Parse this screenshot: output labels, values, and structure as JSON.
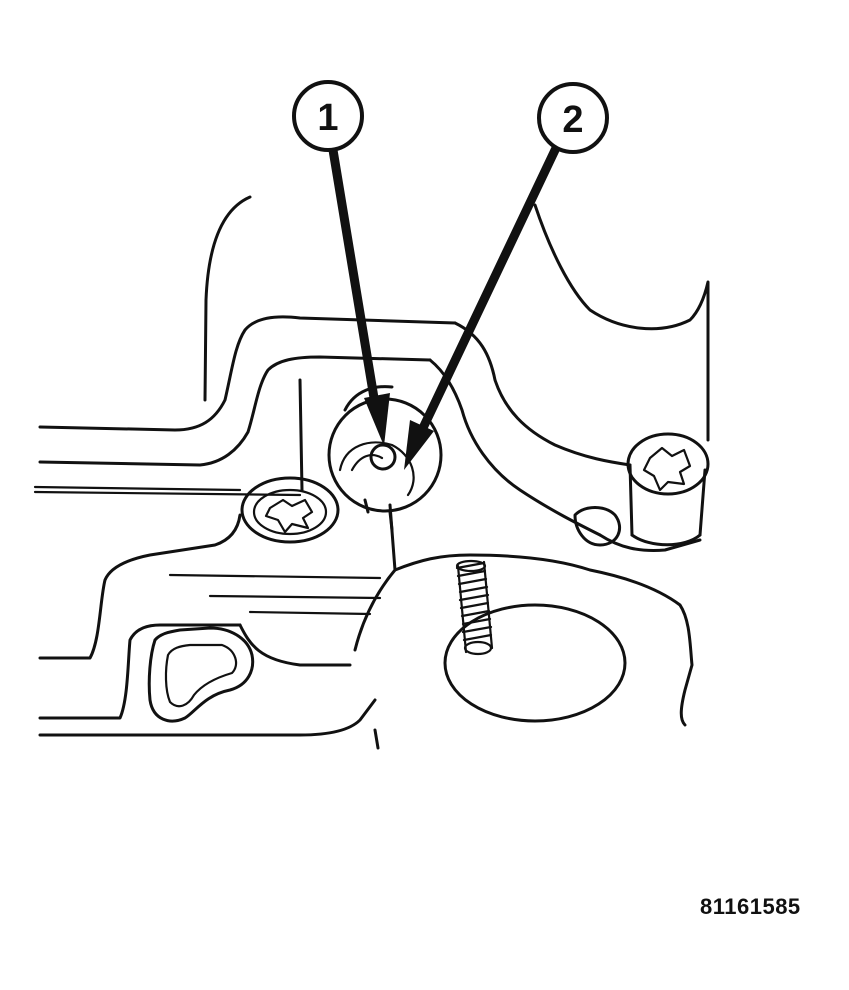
{
  "callouts": [
    {
      "label": "1"
    },
    {
      "label": "2"
    }
  ],
  "figure_id": "81161585"
}
